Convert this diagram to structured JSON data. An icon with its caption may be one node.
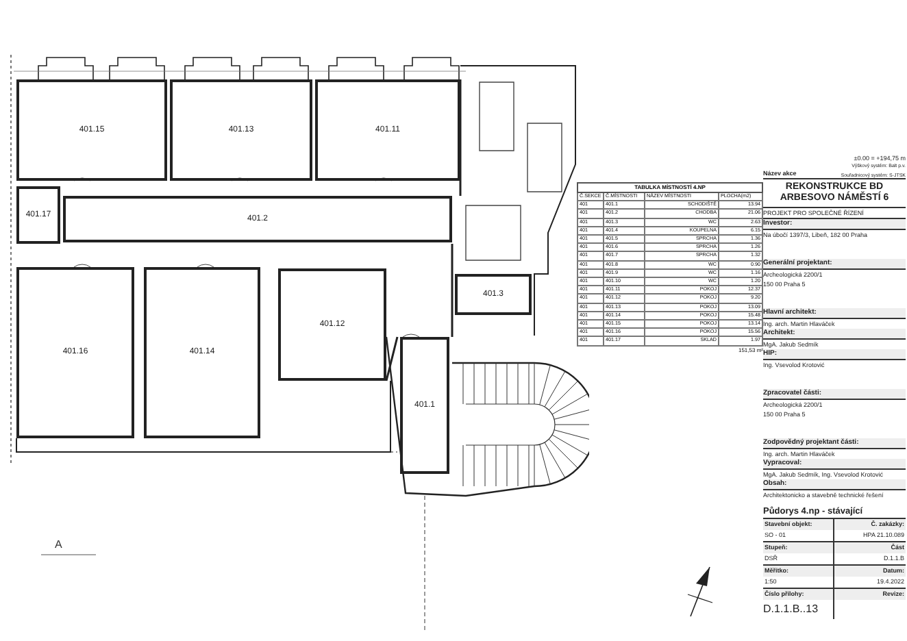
{
  "diagram": {
    "nodes": [
      {
        "text": [
          "401.15"
        ]
      },
      {
        "text": [
          "401.13"
        ]
      },
      {
        "text": [
          "401.11"
        ]
      },
      {
        "text": [
          "401.17"
        ]
      },
      {
        "text": [
          "401.2"
        ]
      },
      {
        "text": [
          "401.16"
        ]
      },
      {
        "text": [
          "401.14"
        ]
      },
      {
        "text": [
          "401.12"
        ]
      },
      {
        "text": [
          "401.3"
        ]
      },
      {
        "text": [
          "401.1"
        ]
      }
    ],
    "edges": [],
    "labels": [
      "A",
      "TABULKA MÍSTNOSTÍ 4.NP",
      "Č.SEKCE",
      "Č.MÍSTNOSTI",
      "NÁZEV MÍSTNOSTI",
      "PLOCHA(m2)",
      "401",
      "401.1",
      "SCHODIŠTĚ",
      "13.94",
      "401",
      "401.2",
      "CHODBA",
      "21.06",
      "401",
      "401.3",
      "WC",
      "2.63",
      "401",
      "401.4",
      "KOUPELNA",
      "6.15",
      "401",
      "401.5",
      "SPRCHA",
      "1.36",
      "401",
      "401.6",
      "SPRCHA",
      "1.26",
      "401",
      "401.7",
      "SPRCHA",
      "1.32",
      "401",
      "401.8",
      "WC",
      "0.90",
      "401",
      "401.9",
      "WC",
      "1.16",
      "401",
      "401.10",
      "WC",
      "1.20",
      "401",
      "401.11",
      "POKOJ",
      "12.37",
      "401",
      "401.12",
      "POKOJ",
      "9.20",
      "401",
      "401.13",
      "POKOJ",
      "13.09",
      "401",
      "401.14",
      "POKOJ",
      "15.48",
      "401",
      "401.15",
      "POKOJ",
      "13.14",
      "401",
      "401.16",
      "POKOJ",
      "15.56",
      "401",
      "401.17",
      "SKLAD",
      "1.97",
      "151,53 m²",
      "±0.00 = +194,75 m",
      "Výškový systém: Balt p.v.",
      "Souřadnicový systém: S-JTSK",
      "Název akce",
      "REKONSTRUKCE BD ARBESOVO NÁMĚSTÍ 6",
      "PROJEKT PRO SPOLEČNÉ ŘÍZENÍ",
      "Investor:",
      "Na úbočí 1397/3, Libeň, 182 00 Praha",
      "Generální projektant:",
      "Archeologická 2200/1",
      "150 00 Praha 5",
      "Hlavní architekt:",
      "Ing. arch. Martin Hlaváček",
      "Architekt:",
      "MgA. Jakub Sedmík",
      "HIP:",
      "Ing. Vsevolod Krotović",
      "Zpracovatel části:",
      "Archeologická 2200/1",
      "150 00 Praha 5",
      "Zodpovědný projektant části:",
      "Ing. arch. Martin Hlaváček",
      "Vypracoval:",
      "MgA. Jakub Sedmík, Ing. Vsevolod Krotović",
      "Obsah:",
      "Architektonicko a stavebně technické řešení",
      "Půdorys 4.np - stávající",
      "Stavební objekt:",
      "Č. zakázky:",
      "SO - 01",
      "HPA 21.10.089",
      "Stupeň:",
      "Část",
      "DSŘ",
      "D.1.1.B",
      "Měřítko:",
      "Datum:",
      "1:50",
      "19.4.2022",
      "Číslo přílohy:",
      "Revize:",
      "D.1.1.B..13"
    ]
  }
}
